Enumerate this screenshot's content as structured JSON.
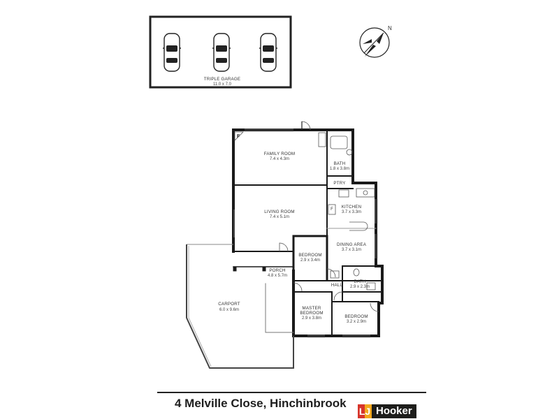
{
  "address": "4 Melville Close, Hinchinbrook",
  "brand": {
    "logo_glyph": "LJ",
    "name": "Hooker",
    "colors": {
      "red": "#d7352b",
      "orange": "#f2a81d",
      "dark": "#1d1d1b"
    }
  },
  "compass": {
    "north_label": "N"
  },
  "garage": {
    "name": "TRIPLE GARAGE",
    "size": "11.0 x 7.0"
  },
  "rooms": {
    "family_room": {
      "name": "FAMILY ROOM",
      "size": "7.4 x 4.3m"
    },
    "bath1": {
      "name": "BATH",
      "size": "1.8 x 3.8m"
    },
    "pantry": {
      "name": "PTRY"
    },
    "kitchen": {
      "name": "KITCHEN",
      "size": "3.7 x 3.3m"
    },
    "living_room": {
      "name": "LIVING ROOM",
      "size": "7.4 x 5.1m"
    },
    "dining_area": {
      "name": "DINING AREA",
      "size": "3.7 x 3.1m"
    },
    "bedroom2": {
      "name": "BEDROOM",
      "size": "2.9 x 3.4m"
    },
    "porch": {
      "name": "PORCH",
      "size": "4.8 x 5.7m"
    },
    "hall": {
      "name": "HALL"
    },
    "bath2": {
      "name": "BATH",
      "size": "2.9 x 2.3m"
    },
    "carport": {
      "name": "CARPORT",
      "size": "6.0 x 9.6m"
    },
    "master_bedroom": {
      "name_line1": "MASTER",
      "name_line2": "BEDROOM",
      "size": "2.9 x 3.8m"
    },
    "bedroom3": {
      "name": "BEDROOM",
      "size": "3.2 x 2.9m"
    }
  },
  "fridge_label": "F"
}
